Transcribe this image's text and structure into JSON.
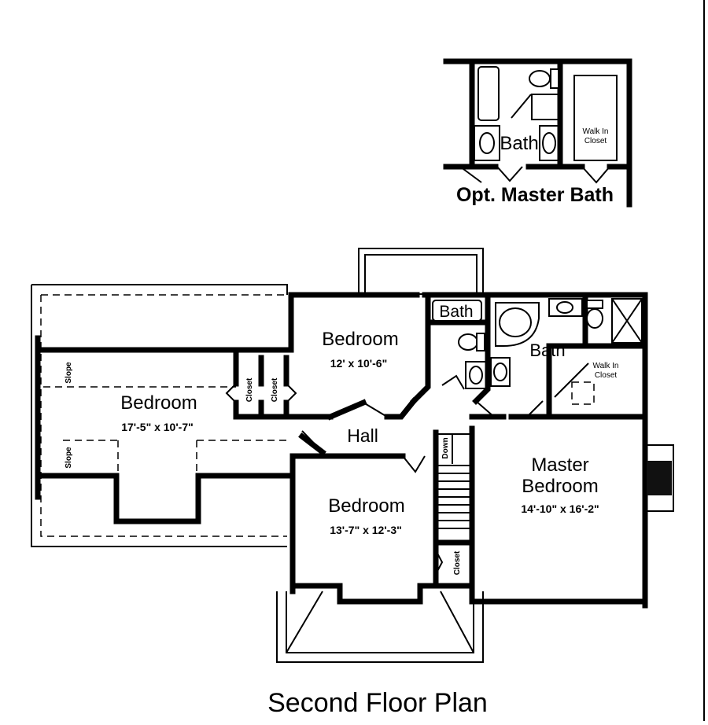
{
  "plan": {
    "title": "Second Floor Plan",
    "inset_title": "Opt. Master Bath",
    "inset_bath": "Bath",
    "inset_closet_line1": "Walk In",
    "inset_closet_line2": "Closet",
    "rooms": {
      "bedroom_left": {
        "name": "Bedroom",
        "size": "17'-5\" x 10'-7\""
      },
      "bedroom_top": {
        "name": "Bedroom",
        "size": "12' x 10'-6\""
      },
      "bedroom_center": {
        "name": "Bedroom",
        "size": "13'-7\" x 12'-3\""
      },
      "master": {
        "name_line1": "Master",
        "name_line2": "Bedroom",
        "size": "14'-10\" x 16'-2\""
      },
      "bath_small": "Bath",
      "bath_master": "Bath",
      "hall": "Hall",
      "walkin_line1": "Walk In",
      "walkin_line2": "Closet"
    },
    "labels": {
      "closet": "Closet",
      "slope": "Slope",
      "down": "Down"
    }
  }
}
